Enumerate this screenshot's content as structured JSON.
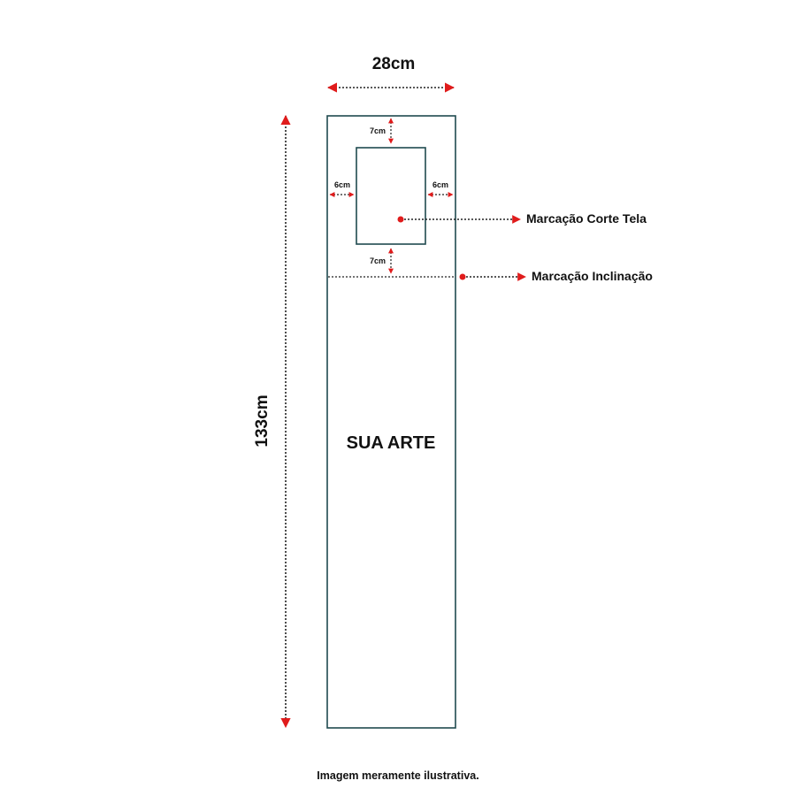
{
  "dimensions": {
    "width": "28cm",
    "height": "133cm"
  },
  "margins": {
    "top": "7cm",
    "left": "6cm",
    "right": "6cm",
    "bottom": "7cm"
  },
  "labels": {
    "art": "SUA ARTE",
    "cut_mark": "Marcação Corte Tela",
    "tilt_mark": "Marcação Inclinação"
  },
  "footer": {
    "note": "Imagem meramente ilustrativa."
  },
  "colors": {
    "outline": "#1f4a4f",
    "arrow": "#e01b1b",
    "text": "#111111"
  }
}
